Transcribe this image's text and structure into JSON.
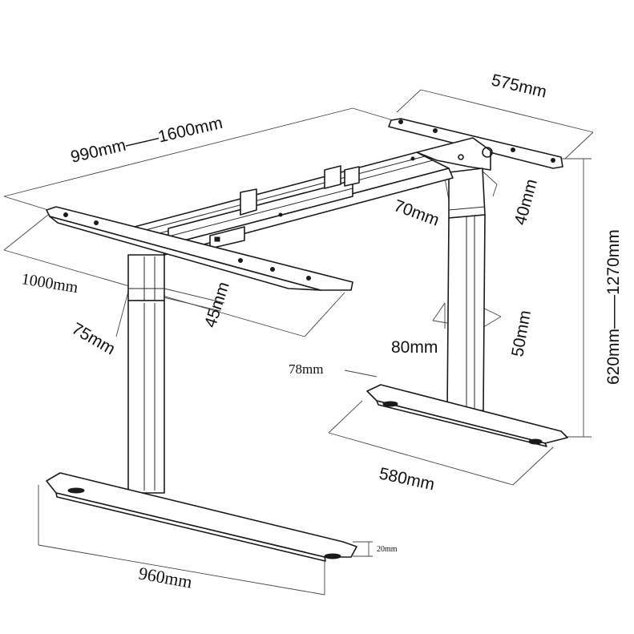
{
  "diagram": {
    "dimensions": {
      "frame_width": "990mm——1600mm",
      "depth_top": "575mm",
      "depth_side": "1000mm",
      "height": "620mm——1270mm",
      "beam_70": "70mm",
      "beam_40": "40mm",
      "column_45": "45mm",
      "column_75": "75mm",
      "column_80": "80mm",
      "column_50": "50mm",
      "foot_78": "78mm",
      "foot_580": "580mm",
      "foot_960": "960mm",
      "foot_20": "20mm"
    }
  }
}
